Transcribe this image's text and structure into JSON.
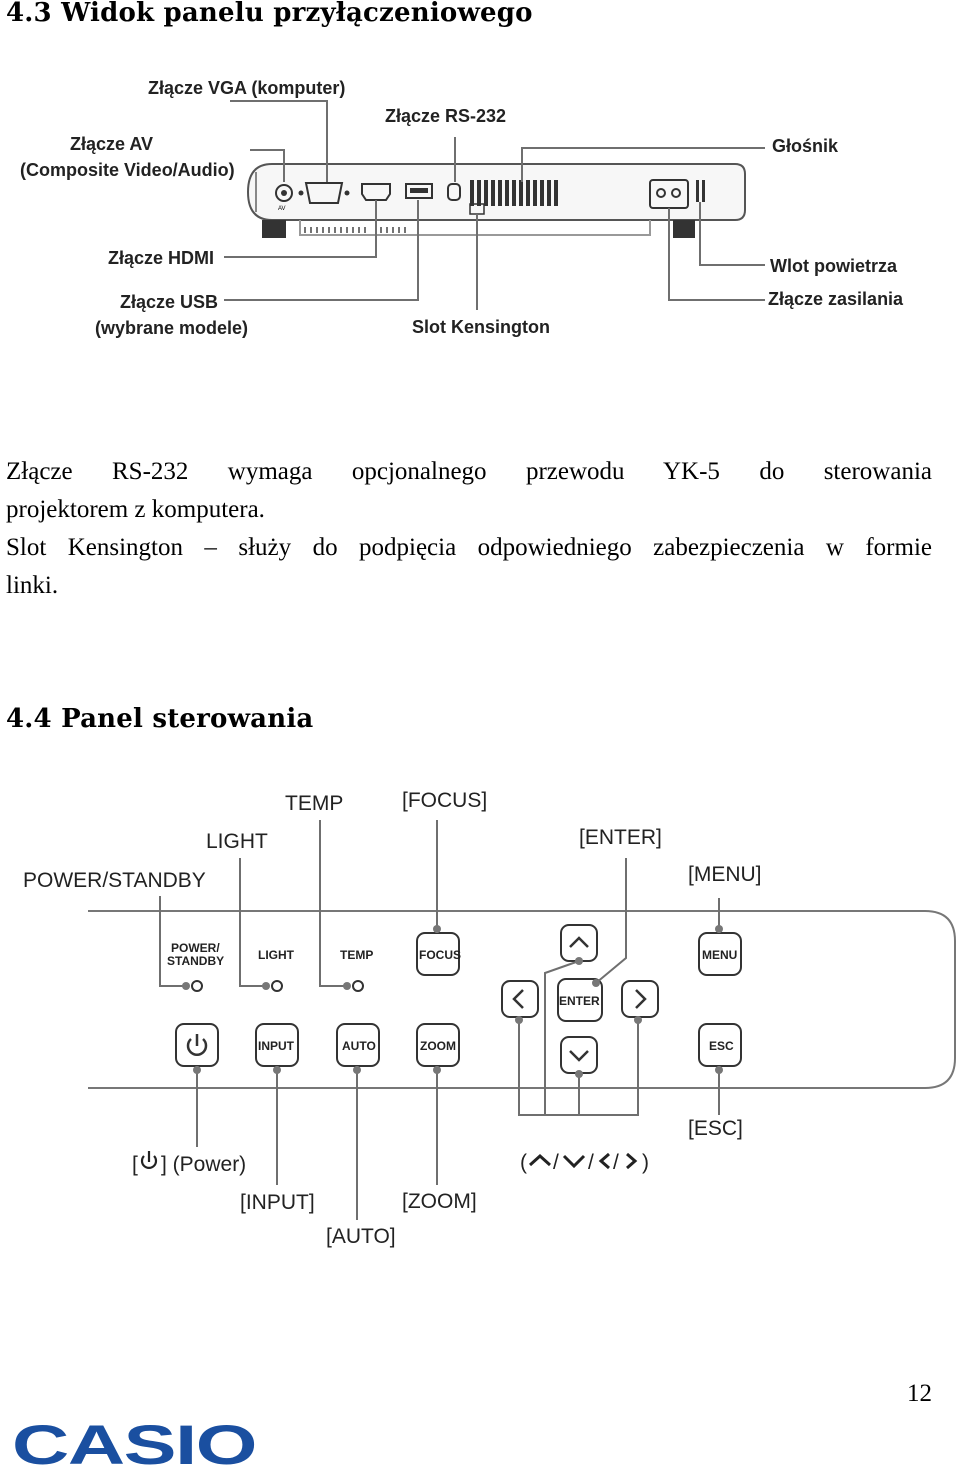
{
  "section_connectors": {
    "title": "4.3 Widok panelu przyłączeniowego",
    "labels": {
      "vga": "Złącze VGA (komputer)",
      "rs232": "Złącze RS-232",
      "av_line1": "Złącze AV",
      "av_line2": "(Composite Video/Audio)",
      "speaker": "Głośnik",
      "hdmi": "Złącze HDMI",
      "usb_line1": "Złącze USB",
      "usb_line2": "(wybrane modele)",
      "kensington": "Slot Kensington",
      "air_inlet": "Wlot powietrza",
      "power_conn": "Złącze zasilania"
    },
    "port_marks": {
      "av": "AV"
    }
  },
  "body_text": {
    "p1_line1": "Złącze RS-232 wymaga opcjonalnego przewodu YK-5 do sterowania",
    "p1_line2": "projektorem z komputera.",
    "p2_line1": "Slot Kensington – służy do podpięcia odpowiedniego zabezpieczenia w formie",
    "p2_line2": "linki."
  },
  "section_control": {
    "title": "4.4 Panel sterowania",
    "callouts": {
      "temp": "TEMP",
      "focus": "[FOCUS]",
      "light": "LIGHT",
      "enter": "[ENTER]",
      "power_standby": "POWER/STANDBY",
      "menu": "[MENU]",
      "esc": "[ESC]",
      "power_open": "[",
      "power_close": "] (Power)",
      "arrows_open": "(",
      "arrows_close": ")",
      "slash": "/",
      "input": "[INPUT]",
      "zoom": "[ZOOM]",
      "auto": "[AUTO]"
    },
    "panel": {
      "power_standby_line1": "POWER/",
      "power_standby_line2": "STANDBY",
      "light": "LIGHT",
      "temp": "TEMP",
      "focus": "FOCUS",
      "enter": "ENTER",
      "menu": "MENU",
      "input": "INPUT",
      "auto": "AUTO",
      "zoom": "ZOOM",
      "esc": "ESC"
    }
  },
  "footer": {
    "page_number": "12",
    "logo_text": "CASIO"
  },
  "colors": {
    "line": "#6f6f6f",
    "text": "#222222",
    "logo": "#1a4fa0"
  }
}
